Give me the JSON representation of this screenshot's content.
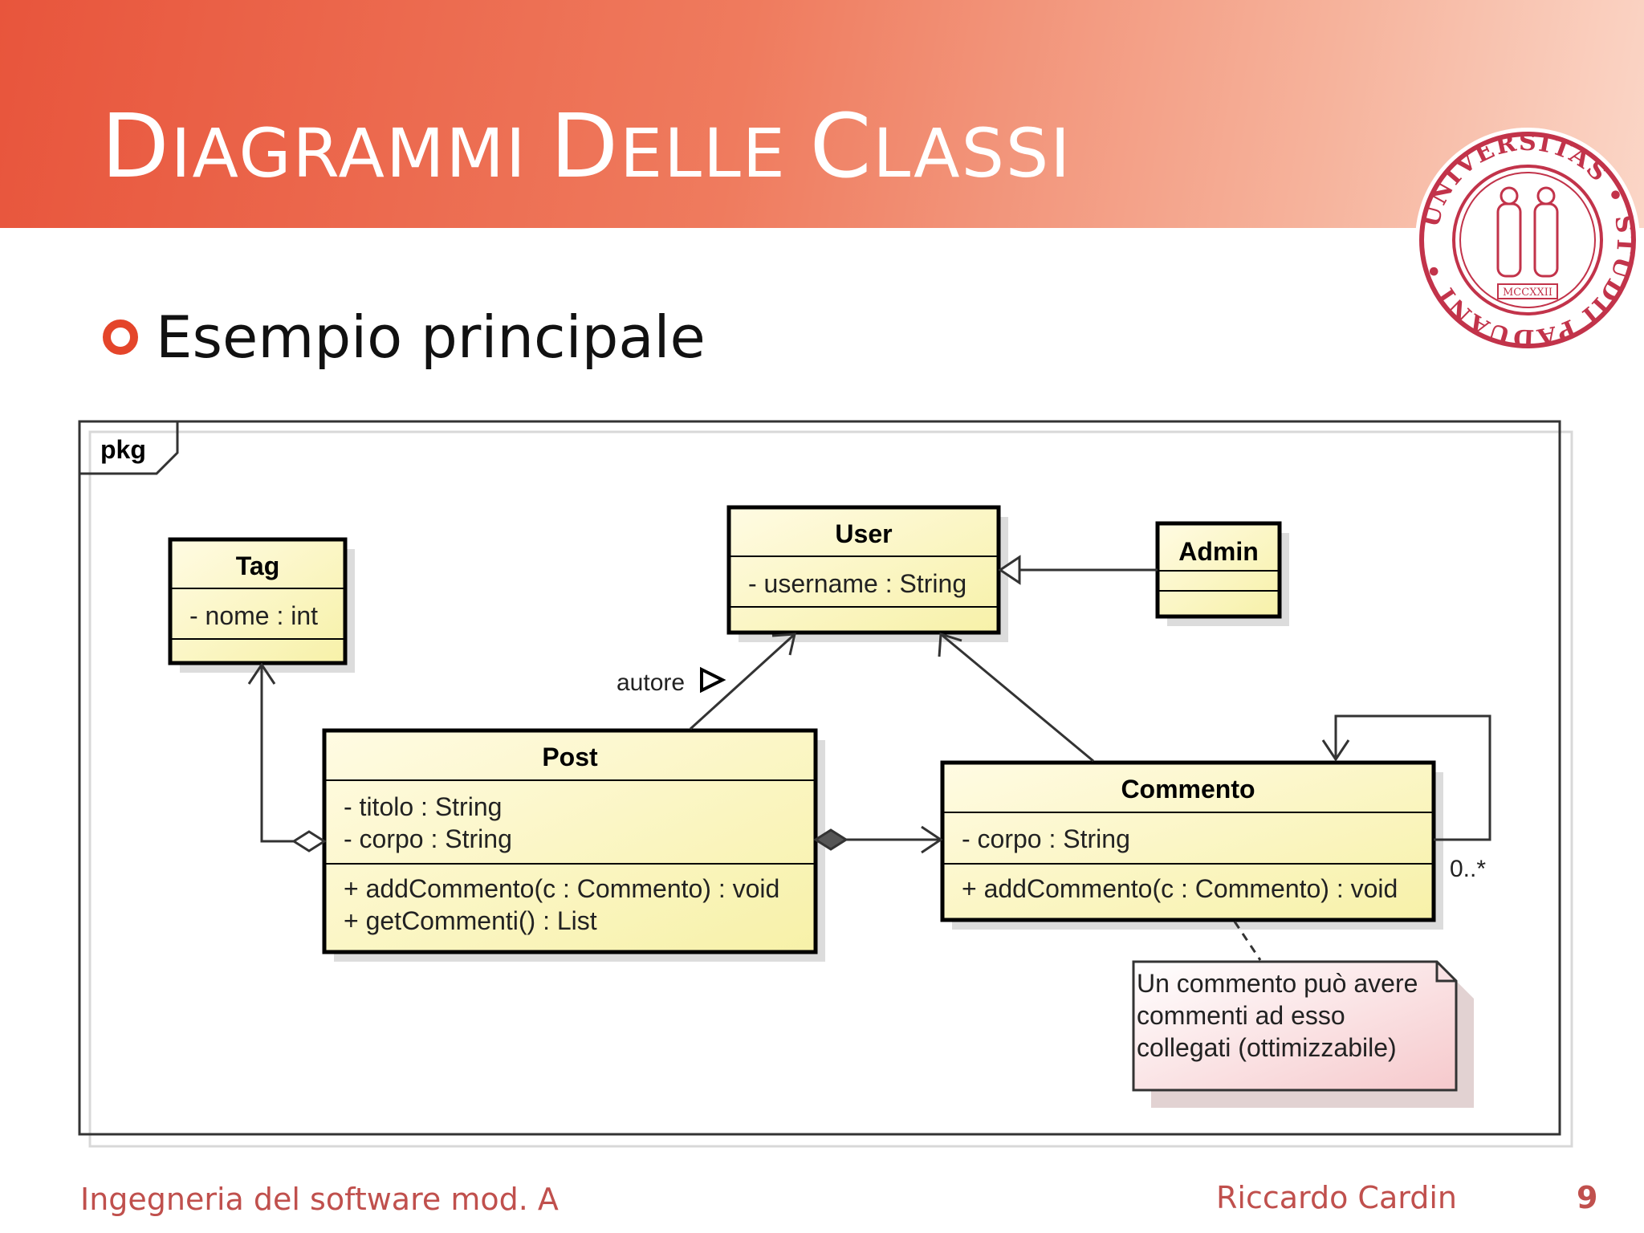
{
  "slide": {
    "title": {
      "first": "D",
      "rest1": "IAGRAMMI ",
      "d2": "D",
      "rest2": "ELLE ",
      "c3": "C",
      "rest3": "LASSI"
    },
    "bullet": "Esempio principale",
    "footer_left": "Ingegneria del software mod. A",
    "footer_right": "Riccardo Cardin",
    "page_number": "9",
    "seal_text": "UNIVERSITAS • STUDII PADUANI • MCCXXII"
  },
  "diagram": {
    "package_label": "pkg",
    "classes": {
      "tag": {
        "name": "Tag",
        "attributes": [
          "- nome : int"
        ],
        "operations": []
      },
      "user": {
        "name": "User",
        "attributes": [
          "- username : String"
        ],
        "operations": []
      },
      "admin": {
        "name": "Admin",
        "attributes": [],
        "operations": []
      },
      "post": {
        "name": "Post",
        "attributes": [
          "- titolo : String",
          "- corpo : String"
        ],
        "operations": [
          "+ addCommento(c : Commento) : void",
          "+ getCommenti() : List"
        ]
      },
      "commento": {
        "name": "Commento",
        "attributes": [
          "- corpo : String"
        ],
        "operations": [
          "+ addCommento(c : Commento) : void"
        ]
      }
    },
    "association_label": "autore",
    "multiplicity": "0..*",
    "note_lines": [
      "Un commento può avere",
      "commenti ad esso",
      "collegati (ottimizzabile)"
    ]
  },
  "colors": {
    "accent": "#e4452a",
    "footer": "#c0504d",
    "class_fill": "#fdf8c4",
    "note_fill": "#fbe0e0"
  }
}
